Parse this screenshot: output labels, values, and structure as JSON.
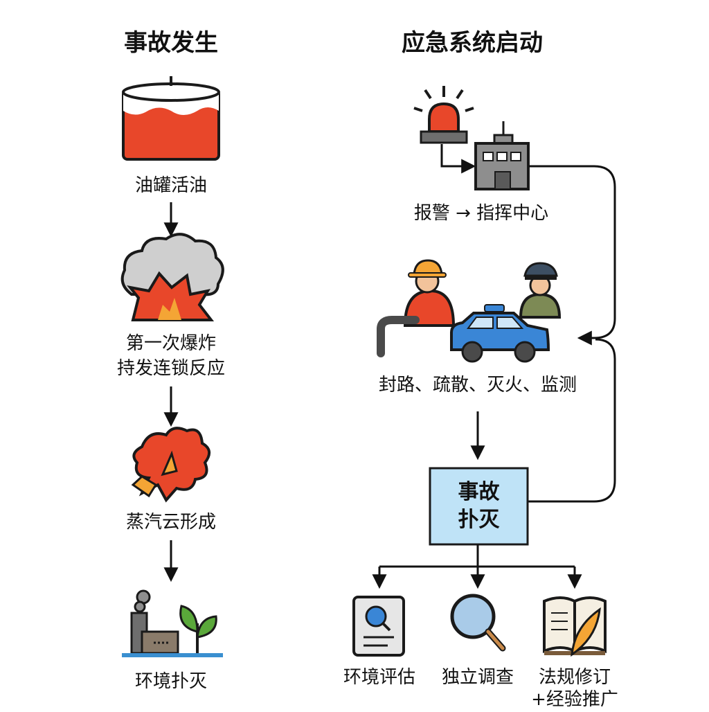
{
  "titles": {
    "left": "事故发生",
    "right": "应急系统启动"
  },
  "left_steps": [
    {
      "icon": "oil-tank-icon",
      "label": "油罐活油"
    },
    {
      "icon": "explosion-icon",
      "label": "第一次爆炸",
      "label2": "持发连锁反应"
    },
    {
      "icon": "vapor-cloud-icon",
      "label": "蒸汽云形成"
    },
    {
      "icon": "environment-icon",
      "label": "环境扑灭"
    }
  ],
  "right_flow": {
    "alarm": {
      "icon": "alarm-siren-icon",
      "label": "报警 → 指挥中心"
    },
    "response": {
      "icon": "responders-icon",
      "label": "封路、疏散、灭火、监测"
    },
    "box": {
      "line1": "事故",
      "line2": "扑灭"
    },
    "outcomes": [
      {
        "icon": "report-icon",
        "label": "环境评估"
      },
      {
        "icon": "magnifier-icon",
        "label": "独立调查"
      },
      {
        "icon": "book-quill-icon",
        "label": "法规修订",
        "label2": "+经验推广"
      }
    ]
  },
  "colors": {
    "fire": "#e8472a",
    "flame": "#f4a535",
    "cloud": "#cfcfcf",
    "car": "#3a86d6",
    "box_fill": "#bfe3f7",
    "plant": "#5aa83a",
    "water": "#3a8fd0"
  }
}
